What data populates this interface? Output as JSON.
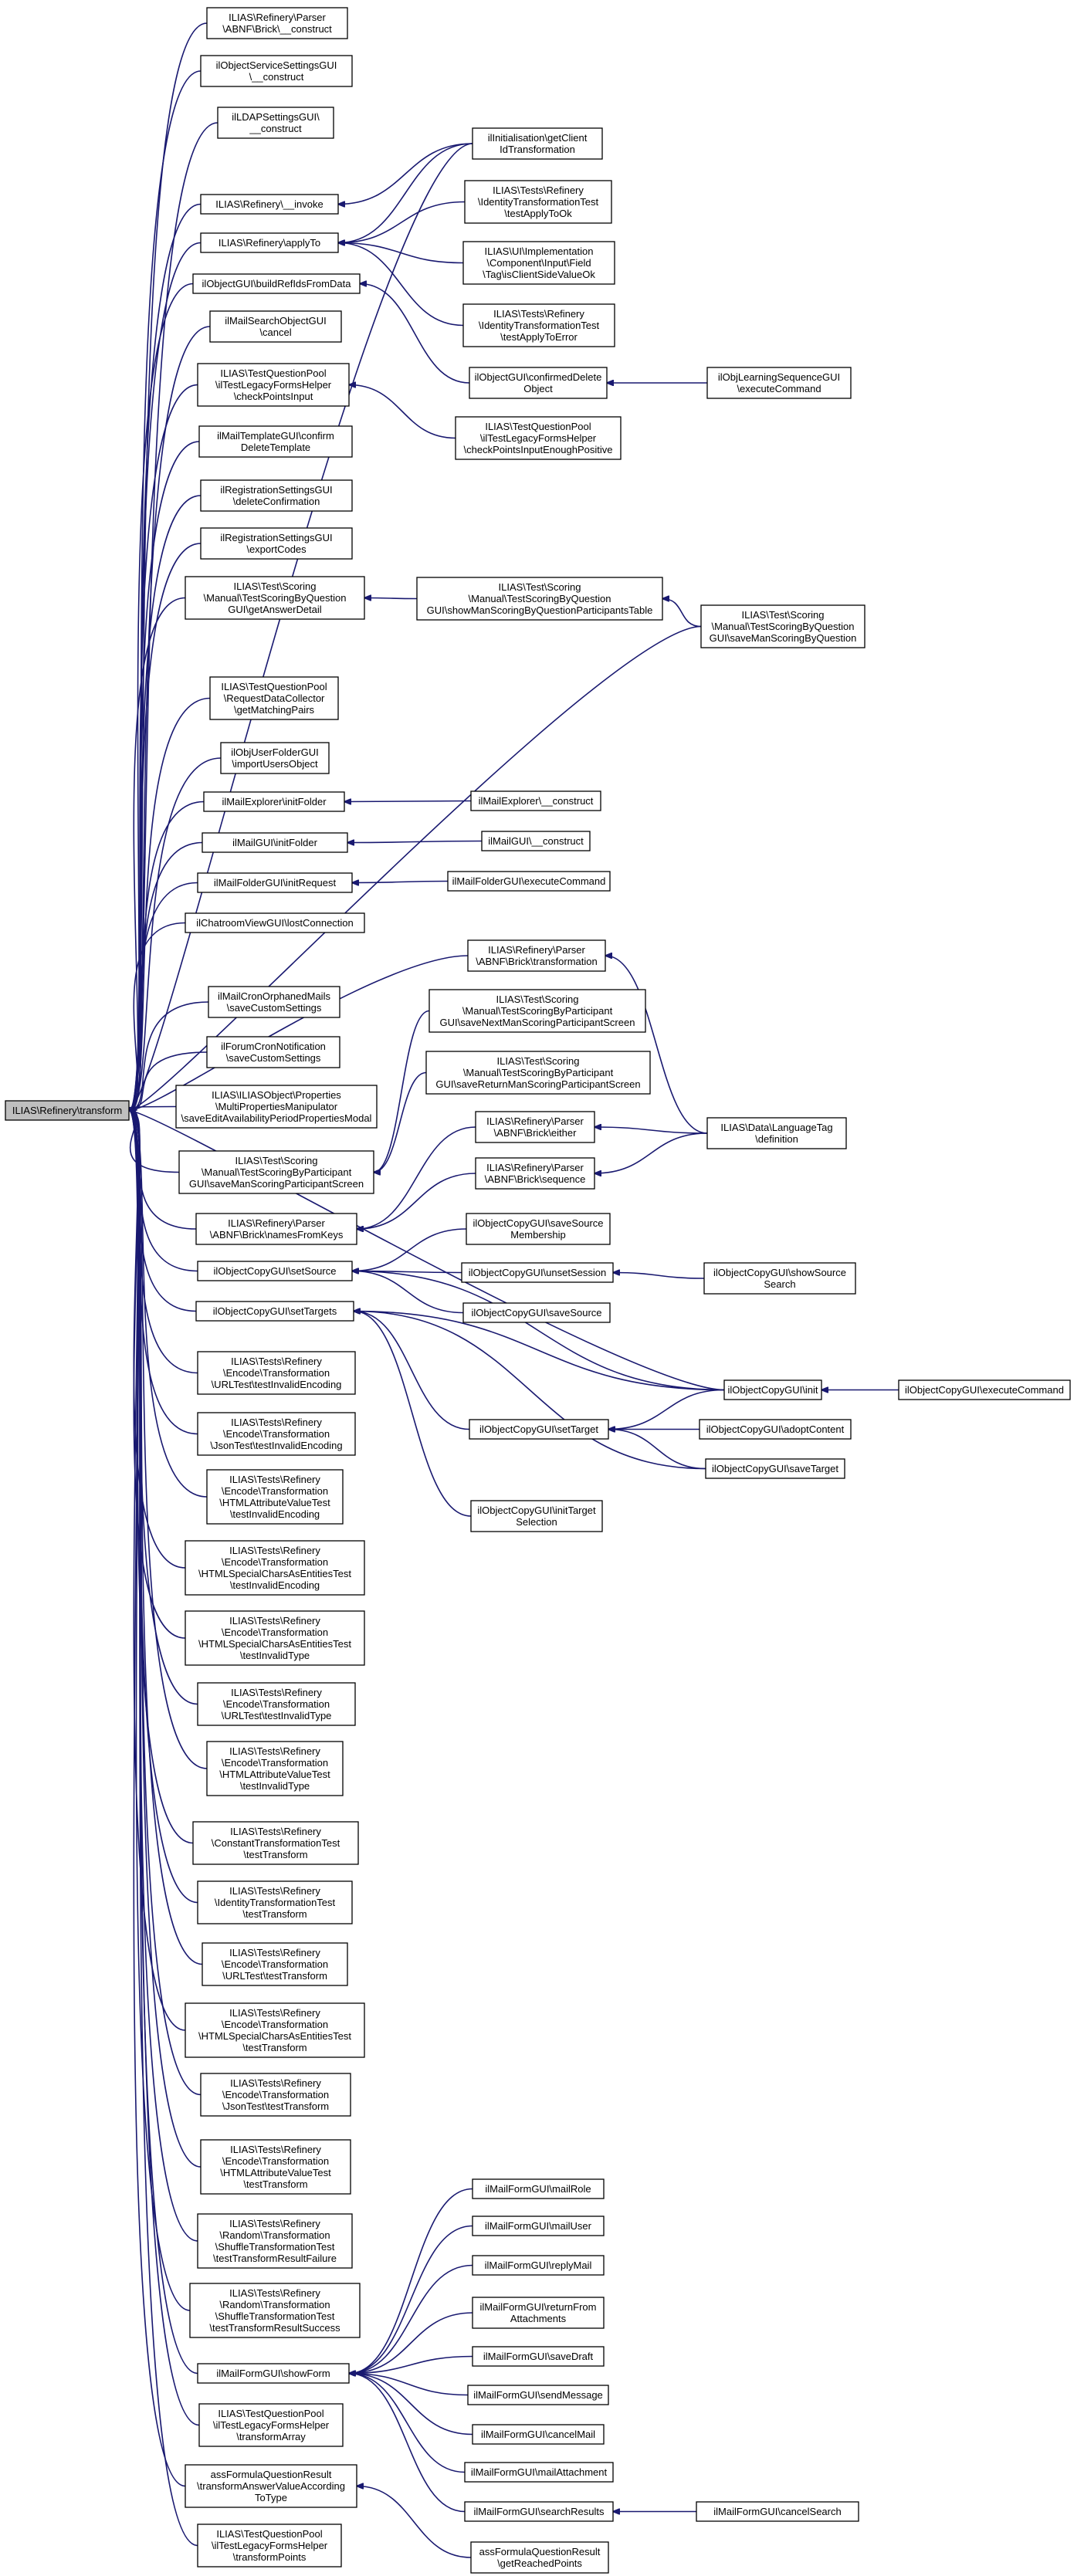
{
  "colors": {
    "edge": "#191970",
    "node_fill": "#ffffff",
    "root_fill": "#bfbfbf",
    "border": "#000000"
  },
  "nodes": [
    {
      "id": "root",
      "lines": [
        "ILIAS\\Refinery\\transform"
      ],
      "root": true
    },
    {
      "id": "n1",
      "lines": [
        "ILIAS\\Refinery\\Parser",
        "\\ABNF\\Brick\\__construct"
      ]
    },
    {
      "id": "n2",
      "lines": [
        "ilObjectServiceSettingsGUI",
        "\\__construct"
      ]
    },
    {
      "id": "n3",
      "lines": [
        "ilLDAPSettingsGUI\\",
        "__construct"
      ]
    },
    {
      "id": "n4",
      "lines": [
        "ILIAS\\Refinery\\__invoke"
      ]
    },
    {
      "id": "n5",
      "lines": [
        "ILIAS\\Refinery\\applyTo"
      ]
    },
    {
      "id": "n6",
      "lines": [
        "ilObjectGUI\\buildRefIdsFromData"
      ]
    },
    {
      "id": "n7",
      "lines": [
        "ilMailSearchObjectGUI",
        "\\cancel"
      ]
    },
    {
      "id": "n8",
      "lines": [
        "ILIAS\\TestQuestionPool",
        "\\ilTestLegacyFormsHelper",
        "\\checkPointsInput"
      ]
    },
    {
      "id": "n9",
      "lines": [
        "ilMailTemplateGUI\\confirm",
        "DeleteTemplate"
      ]
    },
    {
      "id": "n10",
      "lines": [
        "ilRegistrationSettingsGUI",
        "\\deleteConfirmation"
      ]
    },
    {
      "id": "n11",
      "lines": [
        "ilRegistrationSettingsGUI",
        "\\exportCodes"
      ]
    },
    {
      "id": "n12",
      "lines": [
        "ILIAS\\Test\\Scoring",
        "\\Manual\\TestScoringByQuestion",
        "GUI\\getAnswerDetail"
      ]
    },
    {
      "id": "n13",
      "lines": [
        "ILIAS\\TestQuestionPool",
        "\\RequestDataCollector",
        "\\getMatchingPairs"
      ]
    },
    {
      "id": "n14",
      "lines": [
        "ilObjUserFolderGUI",
        "\\importUsersObject"
      ]
    },
    {
      "id": "n15",
      "lines": [
        "ilMailExplorer\\initFolder"
      ]
    },
    {
      "id": "n16",
      "lines": [
        "ilMailGUI\\initFolder"
      ]
    },
    {
      "id": "n17",
      "lines": [
        "ilMailFolderGUI\\initRequest"
      ]
    },
    {
      "id": "n18",
      "lines": [
        "ilChatroomViewGUI\\lostConnection"
      ]
    },
    {
      "id": "n19",
      "lines": [
        "ilMailCronOrphanedMails",
        "\\saveCustomSettings"
      ]
    },
    {
      "id": "n20",
      "lines": [
        "ilForumCronNotification",
        "\\saveCustomSettings"
      ]
    },
    {
      "id": "n21",
      "lines": [
        "ILIAS\\ILIASObject\\Properties",
        "\\MultiPropertiesManipulator",
        "\\saveEditAvailabilityPeriodPropertiesModal"
      ]
    },
    {
      "id": "n22",
      "lines": [
        "ILIAS\\Test\\Scoring",
        "\\Manual\\TestScoringByParticipant",
        "GUI\\saveManScoringParticipantScreen"
      ]
    },
    {
      "id": "n23",
      "lines": [
        "ILIAS\\Refinery\\Parser",
        "\\ABNF\\Brick\\namesFromKeys"
      ]
    },
    {
      "id": "n24",
      "lines": [
        "ilObjectCopyGUI\\setSource"
      ]
    },
    {
      "id": "n25",
      "lines": [
        "ilObjectCopyGUI\\setTargets"
      ]
    },
    {
      "id": "n26",
      "lines": [
        "ILIAS\\Tests\\Refinery",
        "\\Encode\\Transformation",
        "\\URLTest\\testInvalidEncoding"
      ]
    },
    {
      "id": "n27",
      "lines": [
        "ILIAS\\Tests\\Refinery",
        "\\Encode\\Transformation",
        "\\JsonTest\\testInvalidEncoding"
      ]
    },
    {
      "id": "n28",
      "lines": [
        "ILIAS\\Tests\\Refinery",
        "\\Encode\\Transformation",
        "\\HTMLAttributeValueTest",
        "\\testInvalidEncoding"
      ]
    },
    {
      "id": "n29",
      "lines": [
        "ILIAS\\Tests\\Refinery",
        "\\Encode\\Transformation",
        "\\HTMLSpecialCharsAsEntitiesTest",
        "\\testInvalidEncoding"
      ]
    },
    {
      "id": "n30",
      "lines": [
        "ILIAS\\Tests\\Refinery",
        "\\Encode\\Transformation",
        "\\HTMLSpecialCharsAsEntitiesTest",
        "\\testInvalidType"
      ]
    },
    {
      "id": "n31",
      "lines": [
        "ILIAS\\Tests\\Refinery",
        "\\Encode\\Transformation",
        "\\URLTest\\testInvalidType"
      ]
    },
    {
      "id": "n32",
      "lines": [
        "ILIAS\\Tests\\Refinery",
        "\\Encode\\Transformation",
        "\\HTMLAttributeValueTest",
        "\\testInvalidType"
      ]
    },
    {
      "id": "n33",
      "lines": [
        "ILIAS\\Tests\\Refinery",
        "\\ConstantTransformationTest",
        "\\testTransform"
      ]
    },
    {
      "id": "n34",
      "lines": [
        "ILIAS\\Tests\\Refinery",
        "\\IdentityTransformationTest",
        "\\testTransform"
      ]
    },
    {
      "id": "n35",
      "lines": [
        "ILIAS\\Tests\\Refinery",
        "\\Encode\\Transformation",
        "\\URLTest\\testTransform"
      ]
    },
    {
      "id": "n36",
      "lines": [
        "ILIAS\\Tests\\Refinery",
        "\\Encode\\Transformation",
        "\\HTMLSpecialCharsAsEntitiesTest",
        "\\testTransform"
      ]
    },
    {
      "id": "n37",
      "lines": [
        "ILIAS\\Tests\\Refinery",
        "\\Encode\\Transformation",
        "\\JsonTest\\testTransform"
      ]
    },
    {
      "id": "n38",
      "lines": [
        "ILIAS\\Tests\\Refinery",
        "\\Encode\\Transformation",
        "\\HTMLAttributeValueTest",
        "\\testTransform"
      ]
    },
    {
      "id": "n39",
      "lines": [
        "ILIAS\\Tests\\Refinery",
        "\\Random\\Transformation",
        "\\ShuffleTransformationTest",
        "\\testTransformResultFailure"
      ]
    },
    {
      "id": "n40",
      "lines": [
        "ILIAS\\Tests\\Refinery",
        "\\Random\\Transformation",
        "\\ShuffleTransformationTest",
        "\\testTransformResultSuccess"
      ]
    },
    {
      "id": "n41",
      "lines": [
        "ilMailFormGUI\\showForm"
      ]
    },
    {
      "id": "n42",
      "lines": [
        "ILIAS\\TestQuestionPool",
        "\\ilTestLegacyFormsHelper",
        "\\transformArray"
      ]
    },
    {
      "id": "n43",
      "lines": [
        "assFormulaQuestionResult",
        "\\transformAnswerValueAccording",
        "ToType"
      ]
    },
    {
      "id": "n44",
      "lines": [
        "ILIAS\\TestQuestionPool",
        "\\ilTestLegacyFormsHelper",
        "\\transformPoints"
      ]
    },
    {
      "id": "m1",
      "lines": [
        "ilInitialisation\\getClient",
        "IdTransformation"
      ]
    },
    {
      "id": "m2",
      "lines": [
        "ILIAS\\Tests\\Refinery",
        "\\IdentityTransformationTest",
        "\\testApplyToOk"
      ]
    },
    {
      "id": "m3",
      "lines": [
        "ILIAS\\UI\\Implementation",
        "\\Component\\Input\\Field",
        "\\Tag\\isClientSideValueOk"
      ]
    },
    {
      "id": "m4",
      "lines": [
        "ILIAS\\Tests\\Refinery",
        "\\IdentityTransformationTest",
        "\\testApplyToError"
      ]
    },
    {
      "id": "m5",
      "lines": [
        "ilObjectGUI\\confirmedDelete",
        "Object"
      ]
    },
    {
      "id": "m6",
      "lines": [
        "ILIAS\\TestQuestionPool",
        "\\ilTestLegacyFormsHelper",
        "\\checkPointsInputEnoughPositive"
      ]
    },
    {
      "id": "m7",
      "lines": [
        "ILIAS\\Test\\Scoring",
        "\\Manual\\TestScoringByQuestion",
        "GUI\\showManScoringByQuestionParticipantsTable"
      ]
    },
    {
      "id": "m8",
      "lines": [
        "ilMailExplorer\\__construct"
      ]
    },
    {
      "id": "m9",
      "lines": [
        "ilMailGUI\\__construct"
      ]
    },
    {
      "id": "m10",
      "lines": [
        "ilMailFolderGUI\\executeCommand"
      ]
    },
    {
      "id": "m11",
      "lines": [
        "ILIAS\\Refinery\\Parser",
        "\\ABNF\\Brick\\transformation"
      ]
    },
    {
      "id": "m12",
      "lines": [
        "ILIAS\\Test\\Scoring",
        "\\Manual\\TestScoringByParticipant",
        "GUI\\saveNextManScoringParticipantScreen"
      ]
    },
    {
      "id": "m13",
      "lines": [
        "ILIAS\\Test\\Scoring",
        "\\Manual\\TestScoringByParticipant",
        "GUI\\saveReturnManScoringParticipantScreen"
      ]
    },
    {
      "id": "m14",
      "lines": [
        "ILIAS\\Refinery\\Parser",
        "\\ABNF\\Brick\\either"
      ]
    },
    {
      "id": "m15",
      "lines": [
        "ILIAS\\Refinery\\Parser",
        "\\ABNF\\Brick\\sequence"
      ]
    },
    {
      "id": "m16",
      "lines": [
        "ilObjectCopyGUI\\saveSource",
        "Membership"
      ]
    },
    {
      "id": "m17",
      "lines": [
        "ilObjectCopyGUI\\unsetSession"
      ]
    },
    {
      "id": "m18",
      "lines": [
        "ilObjectCopyGUI\\saveSource"
      ]
    },
    {
      "id": "m19",
      "lines": [
        "ilObjectCopyGUI\\setTarget"
      ]
    },
    {
      "id": "m20",
      "lines": [
        "ilObjectCopyGUI\\initTarget",
        "Selection"
      ]
    },
    {
      "id": "m21",
      "lines": [
        "ilMailFormGUI\\mailRole"
      ]
    },
    {
      "id": "m22",
      "lines": [
        "ilMailFormGUI\\mailUser"
      ]
    },
    {
      "id": "m23",
      "lines": [
        "ilMailFormGUI\\replyMail"
      ]
    },
    {
      "id": "m24",
      "lines": [
        "ilMailFormGUI\\returnFrom",
        "Attachments"
      ]
    },
    {
      "id": "m25",
      "lines": [
        "ilMailFormGUI\\saveDraft"
      ]
    },
    {
      "id": "m26",
      "lines": [
        "ilMailFormGUI\\sendMessage"
      ]
    },
    {
      "id": "m27",
      "lines": [
        "ilMailFormGUI\\cancelMail"
      ]
    },
    {
      "id": "m28",
      "lines": [
        "ilMailFormGUI\\mailAttachment"
      ]
    },
    {
      "id": "m29",
      "lines": [
        "ilMailFormGUI\\searchResults"
      ]
    },
    {
      "id": "m30",
      "lines": [
        "assFormulaQuestionResult",
        "\\getReachedPoints"
      ]
    },
    {
      "id": "r1",
      "lines": [
        "ilObjLearningSequenceGUI",
        "\\executeCommand"
      ]
    },
    {
      "id": "r2",
      "lines": [
        "ILIAS\\Test\\Scoring",
        "\\Manual\\TestScoringByQuestion",
        "GUI\\saveManScoringByQuestion"
      ]
    },
    {
      "id": "r3",
      "lines": [
        "ILIAS\\Data\\LanguageTag",
        "\\definition"
      ]
    },
    {
      "id": "r4",
      "lines": [
        "ilObjectCopyGUI\\showSource",
        "Search"
      ]
    },
    {
      "id": "r5",
      "lines": [
        "ilObjectCopyGUI\\init"
      ]
    },
    {
      "id": "r6",
      "lines": [
        "ilObjectCopyGUI\\adoptContent"
      ]
    },
    {
      "id": "r7",
      "lines": [
        "ilObjectCopyGUI\\saveTarget"
      ]
    },
    {
      "id": "r8",
      "lines": [
        "ilMailFormGUI\\cancelSearch"
      ]
    },
    {
      "id": "x1",
      "lines": [
        "ilObjectCopyGUI\\executeCommand"
      ]
    }
  ],
  "edges": [
    [
      "n1",
      "root"
    ],
    [
      "n2",
      "root"
    ],
    [
      "n3",
      "root"
    ],
    [
      "n4",
      "root"
    ],
    [
      "n5",
      "root"
    ],
    [
      "n6",
      "root"
    ],
    [
      "n7",
      "root"
    ],
    [
      "n8",
      "root"
    ],
    [
      "n9",
      "root"
    ],
    [
      "n10",
      "root"
    ],
    [
      "n11",
      "root"
    ],
    [
      "n12",
      "root"
    ],
    [
      "n13",
      "root"
    ],
    [
      "n14",
      "root"
    ],
    [
      "n15",
      "root"
    ],
    [
      "n16",
      "root"
    ],
    [
      "n17",
      "root"
    ],
    [
      "n18",
      "root"
    ],
    [
      "n19",
      "root"
    ],
    [
      "n20",
      "root"
    ],
    [
      "n21",
      "root"
    ],
    [
      "n22",
      "root"
    ],
    [
      "n23",
      "root"
    ],
    [
      "n24",
      "root"
    ],
    [
      "n25",
      "root"
    ],
    [
      "n26",
      "root"
    ],
    [
      "n27",
      "root"
    ],
    [
      "n28",
      "root"
    ],
    [
      "n29",
      "root"
    ],
    [
      "n30",
      "root"
    ],
    [
      "n31",
      "root"
    ],
    [
      "n32",
      "root"
    ],
    [
      "n33",
      "root"
    ],
    [
      "n34",
      "root"
    ],
    [
      "n35",
      "root"
    ],
    [
      "n36",
      "root"
    ],
    [
      "n37",
      "root"
    ],
    [
      "n38",
      "root"
    ],
    [
      "n39",
      "root"
    ],
    [
      "n40",
      "root"
    ],
    [
      "n41",
      "root"
    ],
    [
      "n42",
      "root"
    ],
    [
      "n43",
      "root"
    ],
    [
      "n44",
      "root"
    ],
    [
      "m1",
      "root"
    ],
    [
      "m11",
      "root"
    ],
    [
      "r2",
      "root"
    ],
    [
      "r5",
      "root"
    ],
    [
      "m1",
      "n4"
    ],
    [
      "m1",
      "n5"
    ],
    [
      "m2",
      "n5"
    ],
    [
      "m3",
      "n5"
    ],
    [
      "m4",
      "n5"
    ],
    [
      "m5",
      "n6"
    ],
    [
      "m6",
      "n8"
    ],
    [
      "m7",
      "n12"
    ],
    [
      "m8",
      "n15"
    ],
    [
      "m9",
      "n16"
    ],
    [
      "m10",
      "n17"
    ],
    [
      "m12",
      "n22"
    ],
    [
      "m13",
      "n22"
    ],
    [
      "m14",
      "n23"
    ],
    [
      "m15",
      "n23"
    ],
    [
      "m16",
      "n24"
    ],
    [
      "m17",
      "n24"
    ],
    [
      "m18",
      "n24"
    ],
    [
      "r5",
      "n24"
    ],
    [
      "r5",
      "n25"
    ],
    [
      "m19",
      "n25"
    ],
    [
      "r7",
      "n25"
    ],
    [
      "m20",
      "n25"
    ],
    [
      "m21",
      "n41"
    ],
    [
      "m22",
      "n41"
    ],
    [
      "m23",
      "n41"
    ],
    [
      "m24",
      "n41"
    ],
    [
      "m25",
      "n41"
    ],
    [
      "m26",
      "n41"
    ],
    [
      "m27",
      "n41"
    ],
    [
      "m28",
      "n41"
    ],
    [
      "m29",
      "n41"
    ],
    [
      "m30",
      "n43"
    ],
    [
      "r1",
      "m5"
    ],
    [
      "r2",
      "m7"
    ],
    [
      "r3",
      "m11"
    ],
    [
      "r3",
      "m14"
    ],
    [
      "r3",
      "m15"
    ],
    [
      "r4",
      "m17"
    ],
    [
      "r5",
      "m19"
    ],
    [
      "r6",
      "m19"
    ],
    [
      "r7",
      "m19"
    ],
    [
      "r8",
      "m29"
    ],
    [
      "x1",
      "r5"
    ]
  ]
}
